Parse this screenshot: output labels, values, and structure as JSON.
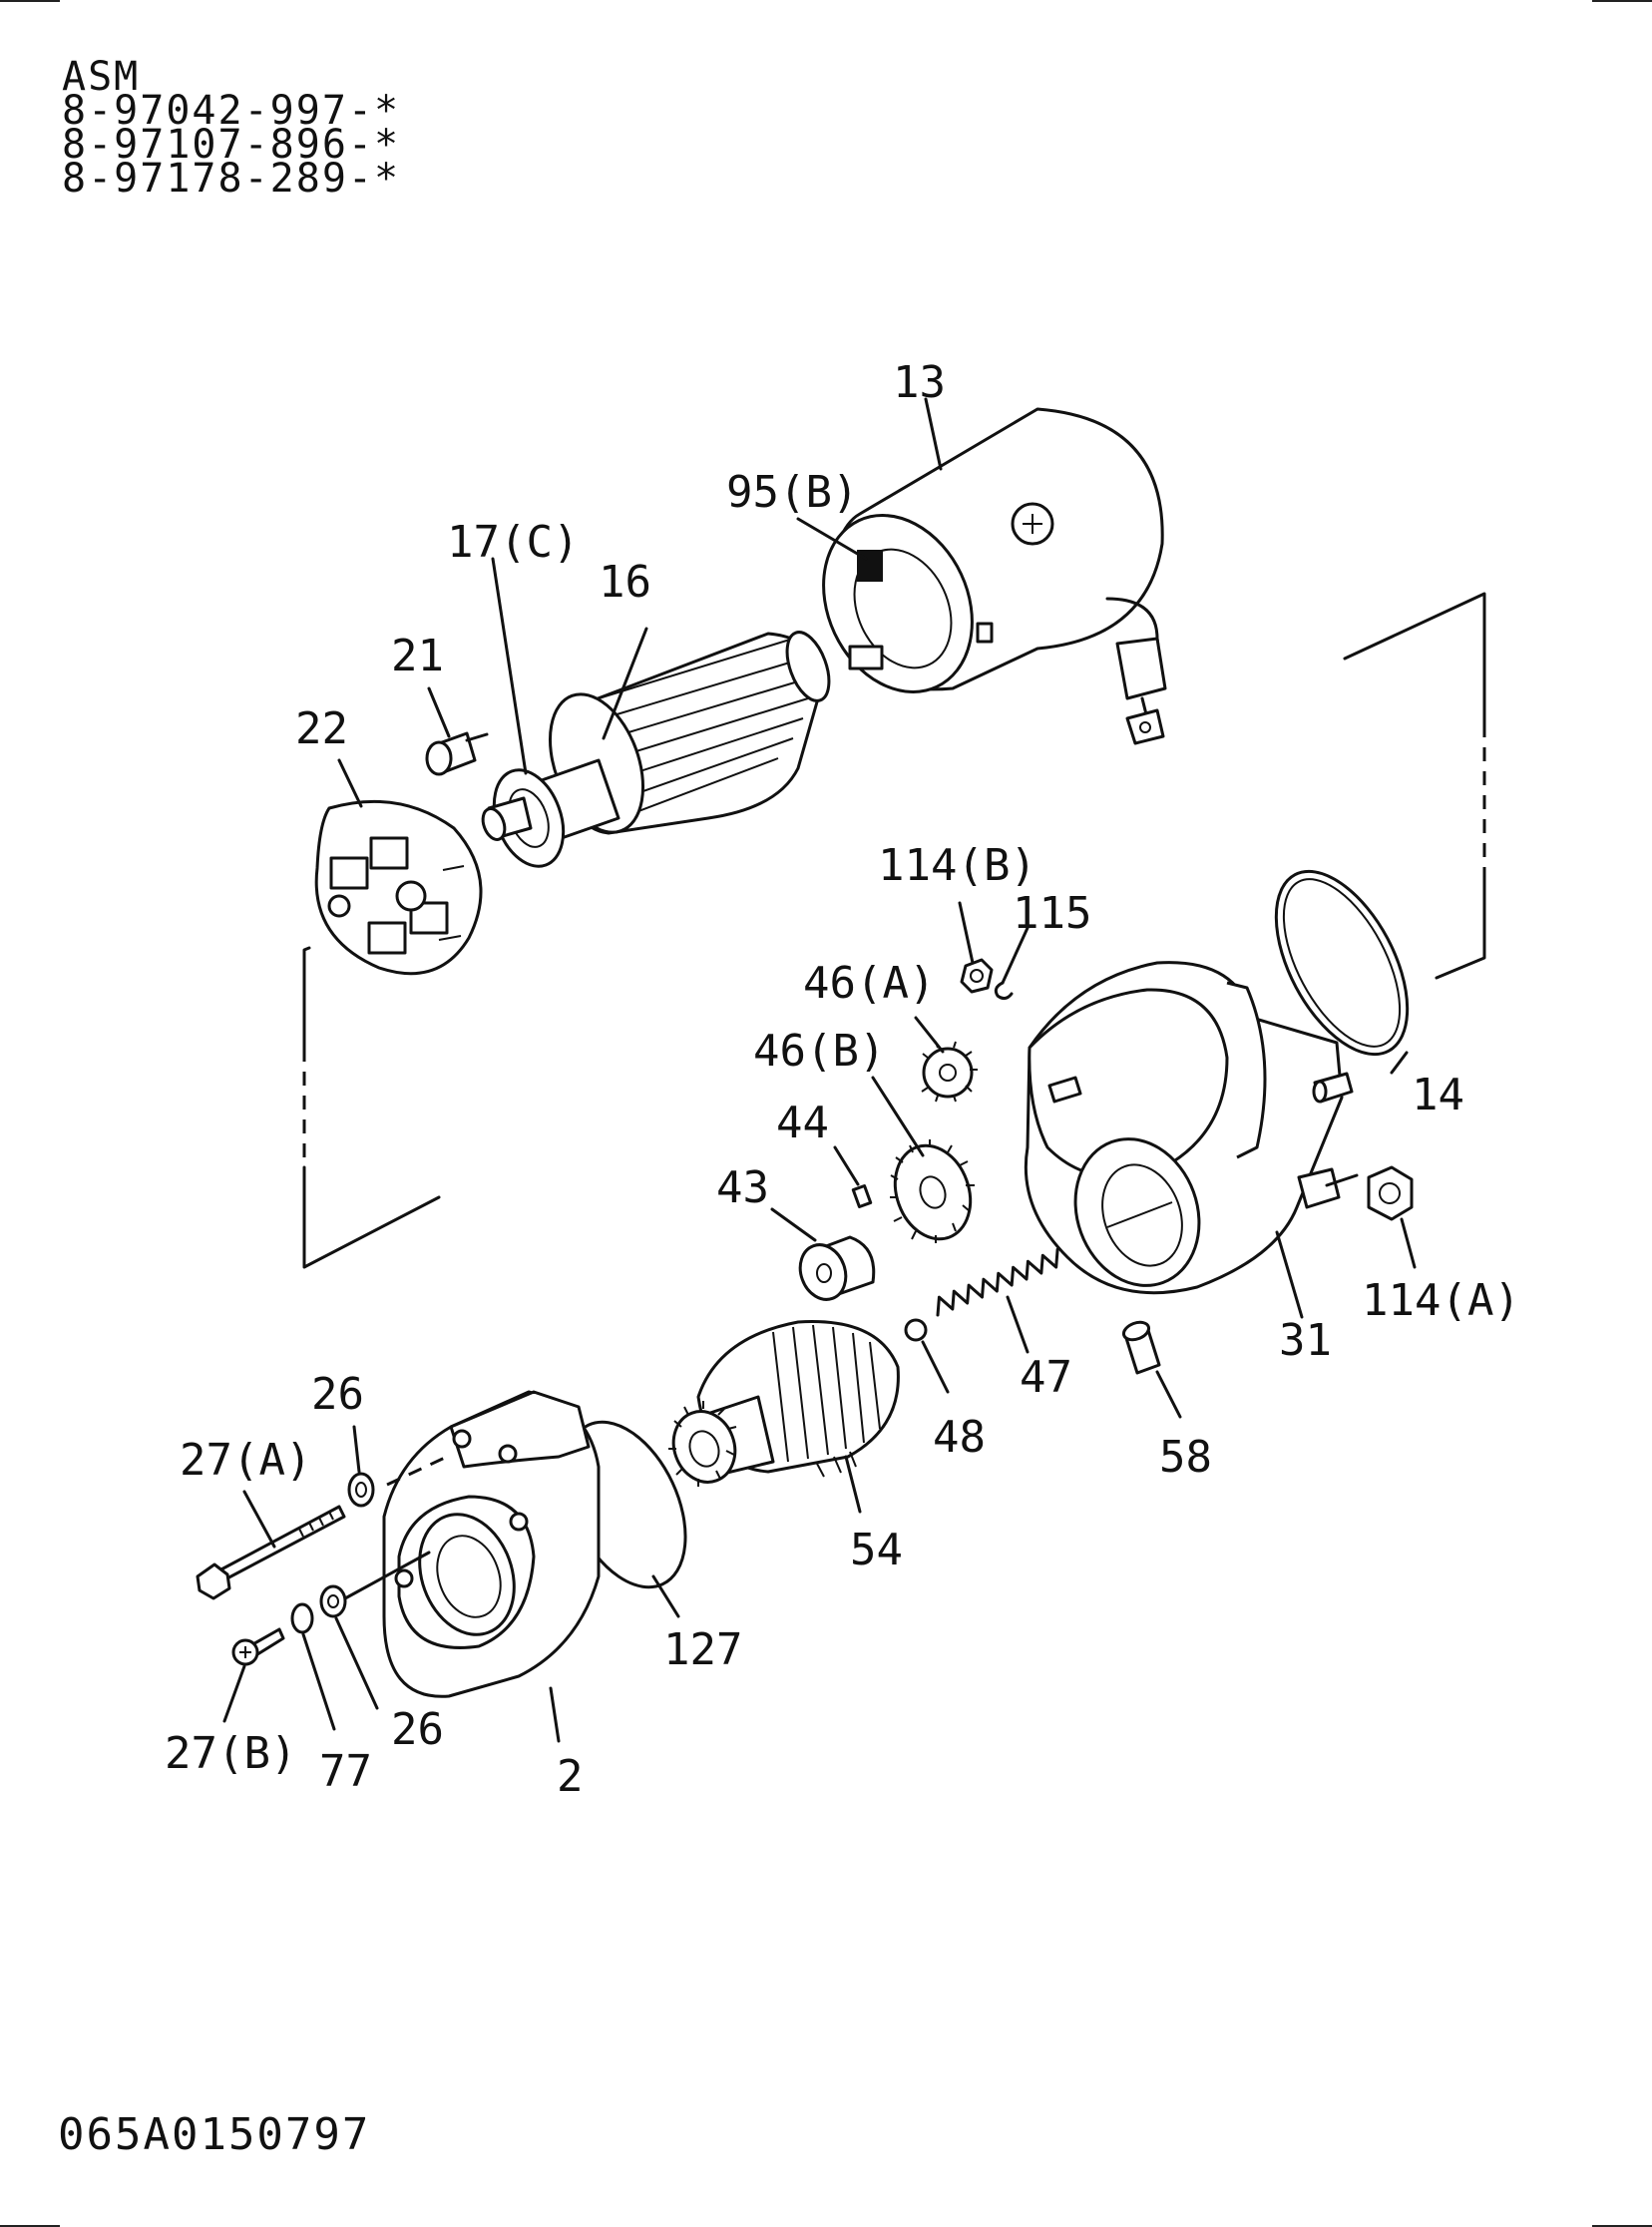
{
  "header": {
    "asm_label": "ASM",
    "part_numbers": [
      "8-97042-997-*",
      "8-97107-896-*",
      "8-97178-289-*"
    ]
  },
  "callouts": [
    "13",
    "95(B)",
    "17(C)",
    "16",
    "21",
    "22",
    "114(B)",
    "115",
    "46(A)",
    "46(B)",
    "44",
    "43",
    "14",
    "31",
    "114(A)",
    "47",
    "48",
    "58",
    "26",
    "27(A)",
    "127",
    "54",
    "27(B)",
    "77",
    "26",
    "2"
  ],
  "footer": {
    "document_code": "065A0150797"
  }
}
